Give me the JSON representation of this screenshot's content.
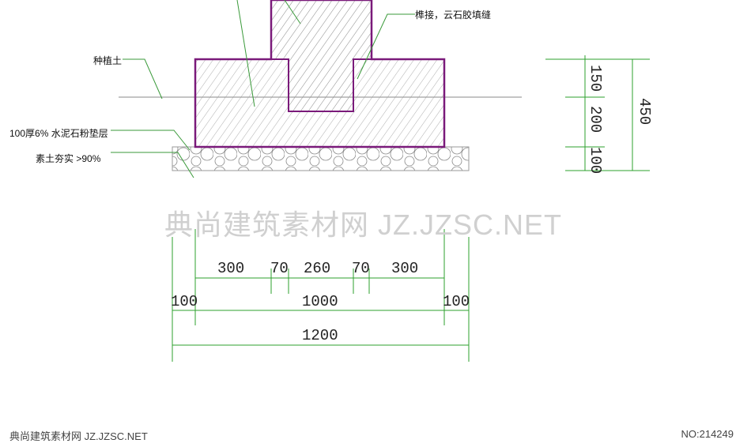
{
  "annotations": {
    "joint": "榫接，云石胶填缝",
    "planting_soil": "种植土",
    "cushion": "100厚6% 水泥石粉垫层",
    "compacted": "素土夯实 >90%"
  },
  "dims_right": {
    "d1": "150",
    "d2": "200",
    "d3": "100",
    "total": "450"
  },
  "dims_bottom": {
    "row1": [
      "300",
      "70",
      "260",
      "70",
      "300"
    ],
    "row2": [
      "100",
      "1000",
      "100"
    ],
    "row3": "1200"
  },
  "watermark": "典尚建筑素材网 JZ.JZSC.NET",
  "footer": {
    "left": "典尚建筑素材网 JZ.JZSC.NET",
    "right": "NO:214249"
  },
  "colors": {
    "outline": "#7a1a7a",
    "leader": "#3a9a3a",
    "dim": "#2ea02e"
  }
}
